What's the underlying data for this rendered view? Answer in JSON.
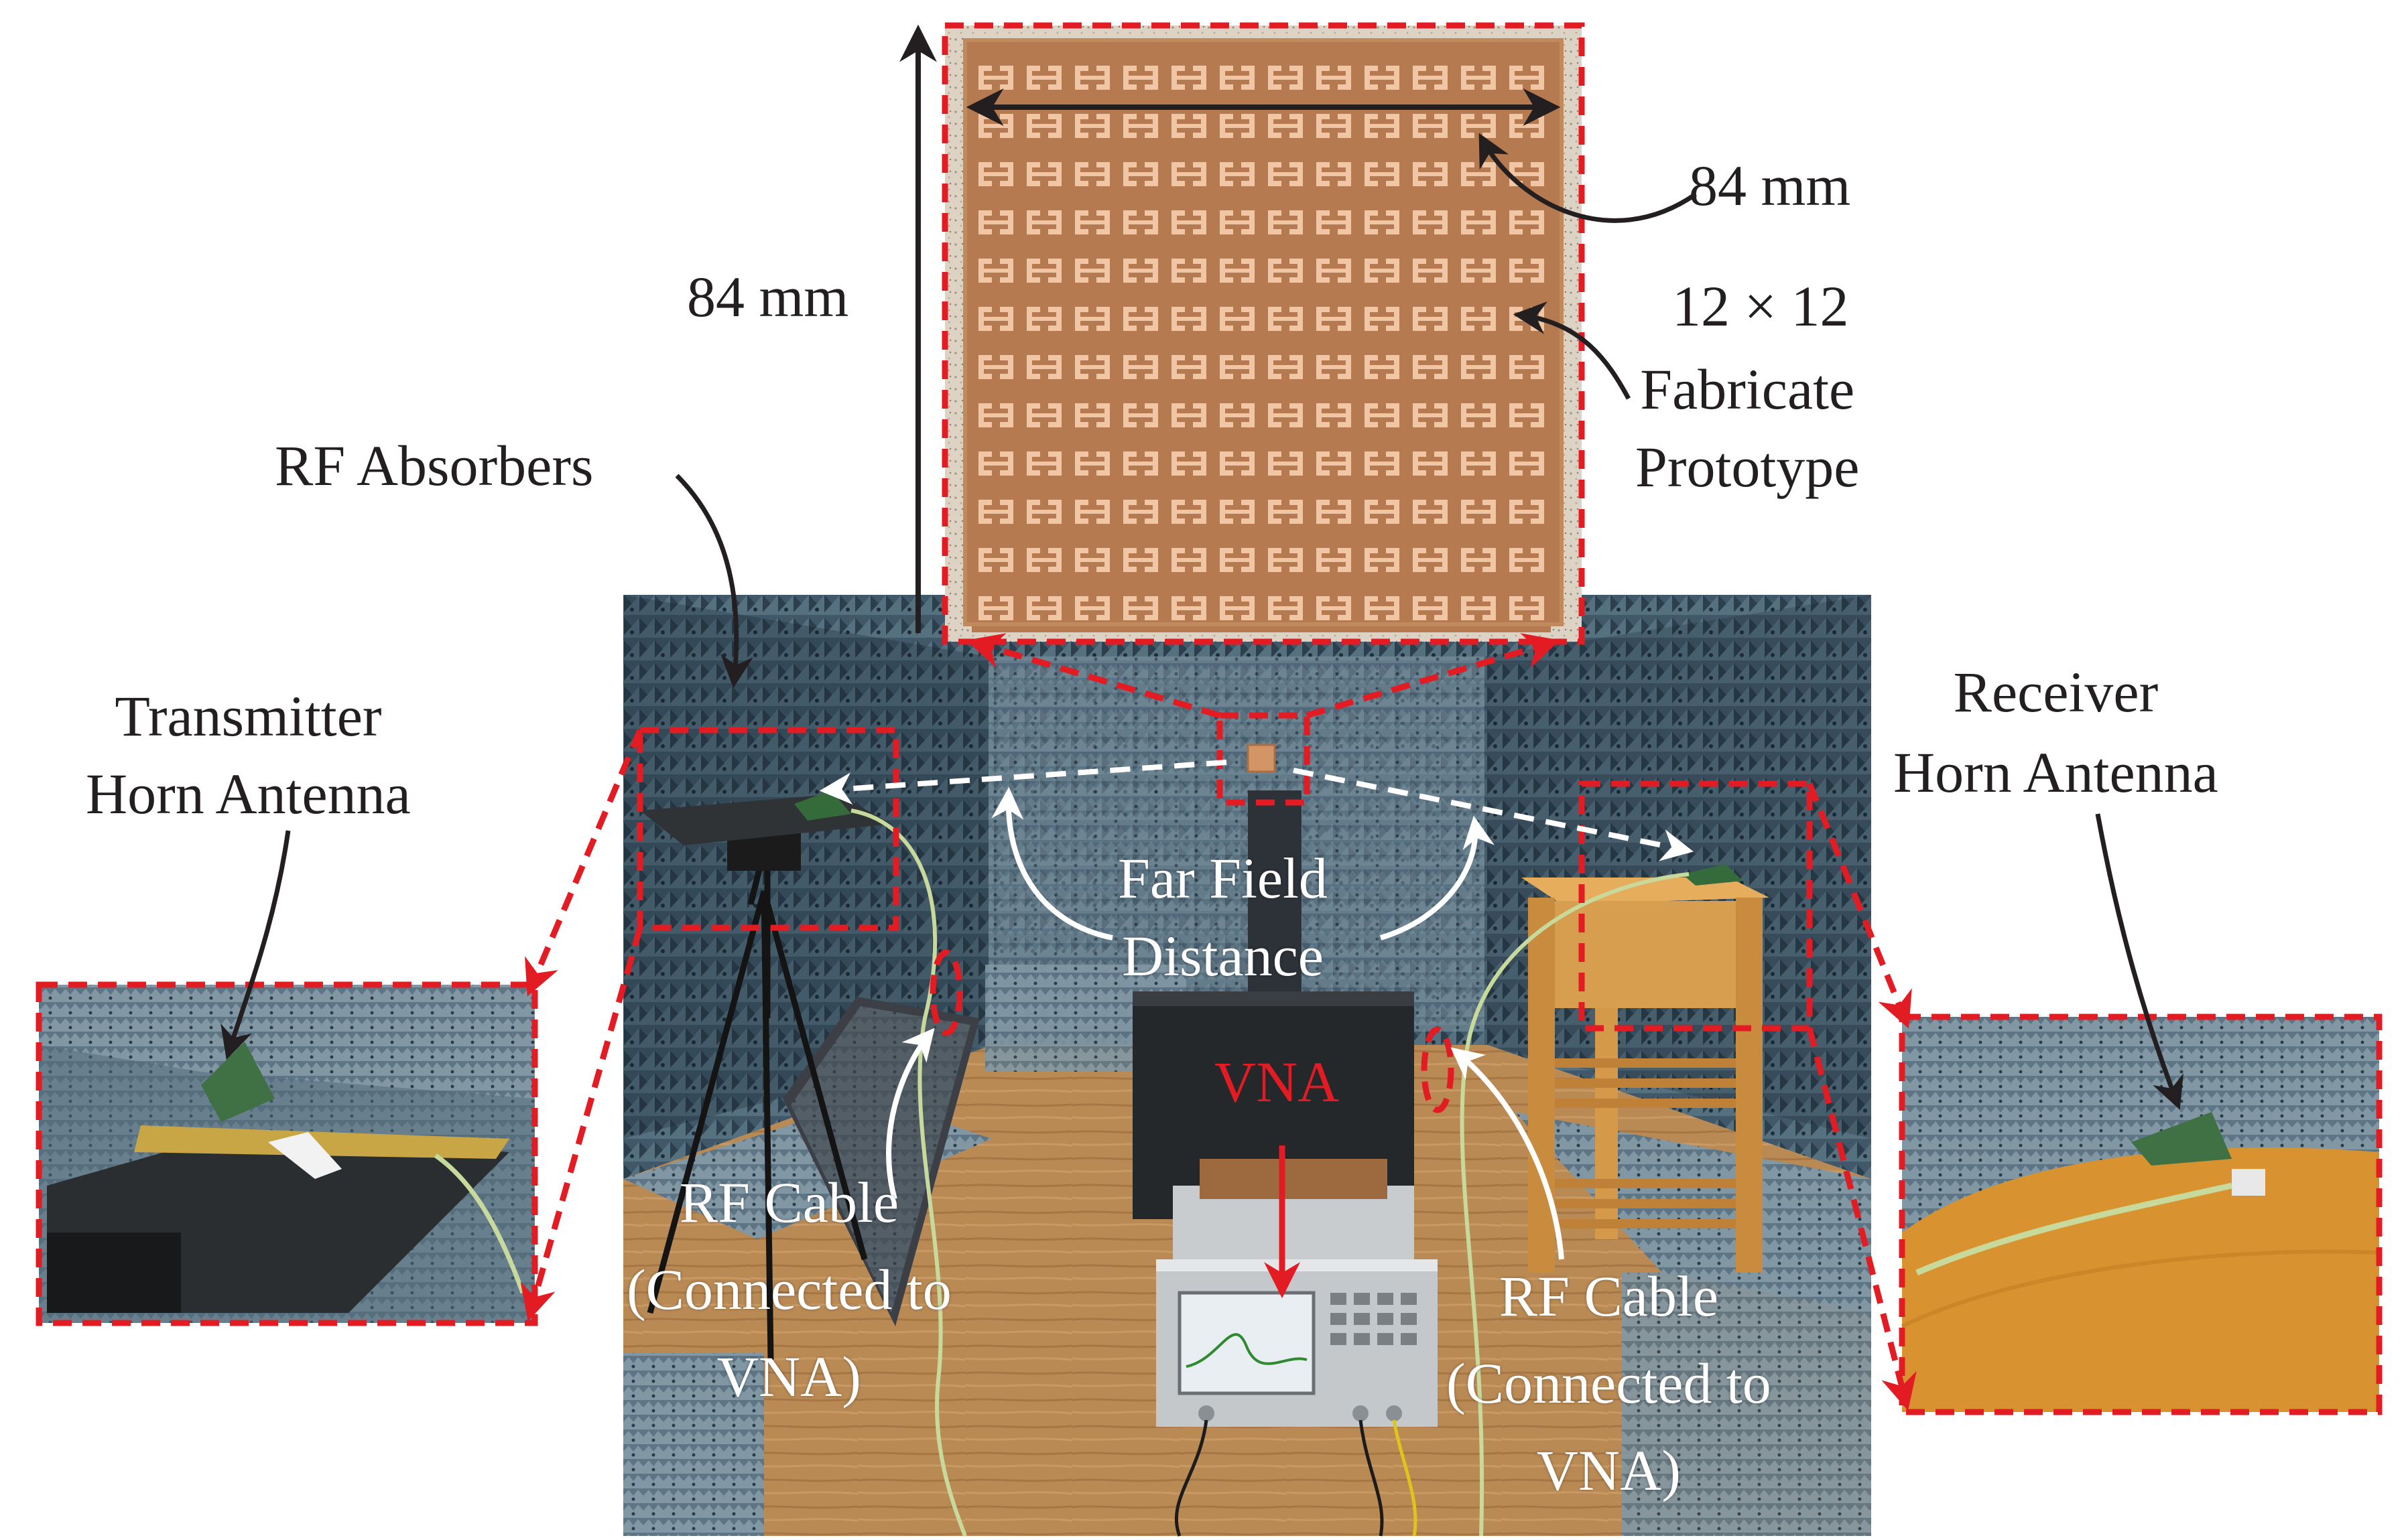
{
  "labels": {
    "dim_horizontal": "84 mm",
    "dim_vertical": "84 mm",
    "array_size": "12 × 12",
    "prototype_line1": "Fabricate",
    "prototype_line2": "Prototype",
    "rf_absorbers": "RF Absorbers",
    "transmitter_line1": "Transmitter",
    "transmitter_line2": "Horn Antenna",
    "receiver_line1": "Receiver",
    "receiver_line2": "Horn Antenna",
    "far_field_line1": "Far Field",
    "far_field_line2": "Distance",
    "vna": "VNA",
    "rf_cable_left_line1": "RF Cable",
    "rf_cable_left_line2": "(Connected to",
    "rf_cable_left_line3": "VNA)",
    "rf_cable_right_line1": "RF Cable",
    "rf_cable_right_line2": "(Connected to",
    "rf_cable_right_line3": "VNA)"
  },
  "colors": {
    "callout_red": "#e31b23",
    "arrow_black": "#231f20",
    "chamber_foam": "#3f5666",
    "pcb_substrate": "#b77d52",
    "pcb_copper": "#e9b996",
    "table_wood": "#d59a4a",
    "floor_board": "#b98952"
  },
  "icons": {
    "prototype_photo": "fr4-metasurface-board-icon",
    "chamber_photo": "anechoic-chamber-icon",
    "vna_instrument": "vector-network-analyzer-icon",
    "tx_antenna": "horn-antenna-icon",
    "rx_antenna": "horn-antenna-icon"
  }
}
